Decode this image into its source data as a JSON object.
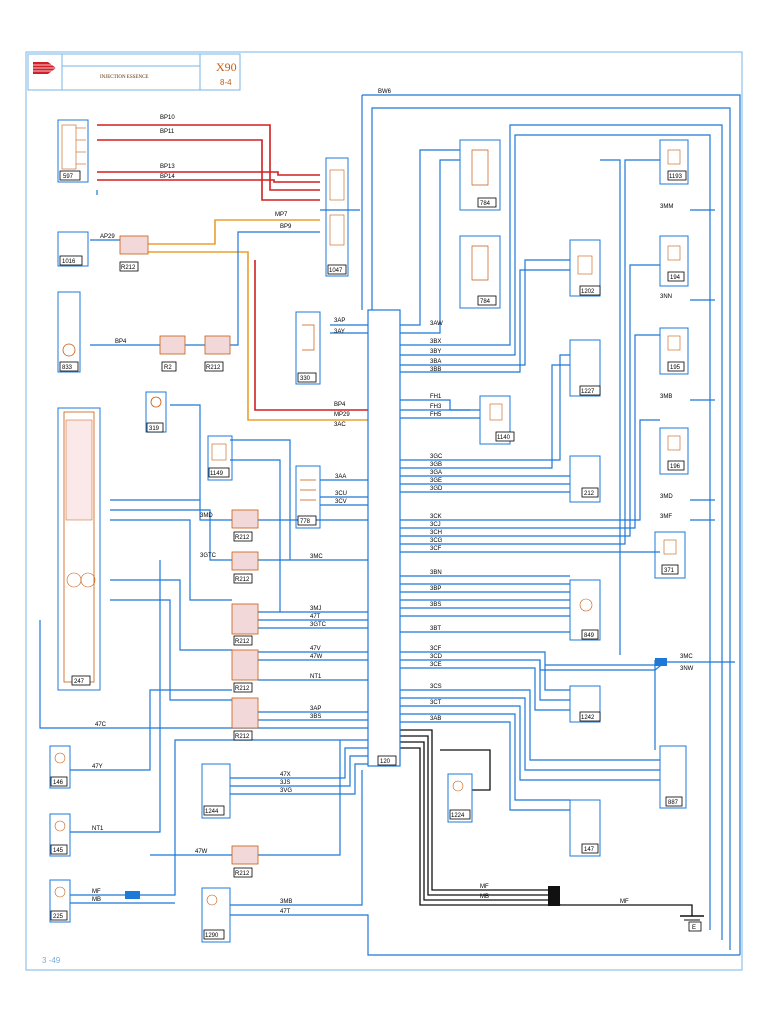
{
  "title_block": {
    "title": "INJECTION ESSENCE",
    "code": "X90",
    "sub": "8-4"
  },
  "page_number": "3 -49",
  "components": [
    {
      "id": "597",
      "label": "597"
    },
    {
      "id": "1016",
      "label": "1016"
    },
    {
      "id": "R212-a",
      "label": "R212"
    },
    {
      "id": "833",
      "label": "833"
    },
    {
      "id": "R2",
      "label": "R2"
    },
    {
      "id": "R212-b",
      "label": "R212"
    },
    {
      "id": "1047",
      "label": "1047"
    },
    {
      "id": "330",
      "label": "330"
    },
    {
      "id": "319",
      "label": "319"
    },
    {
      "id": "1149",
      "label": "1149"
    },
    {
      "id": "778",
      "label": "778"
    },
    {
      "id": "R212-c",
      "label": "R212"
    },
    {
      "id": "R212-d",
      "label": "R212"
    },
    {
      "id": "R212-e",
      "label": "R212"
    },
    {
      "id": "R212-f",
      "label": "R212"
    },
    {
      "id": "R212-g",
      "label": "R212"
    },
    {
      "id": "247",
      "label": "247"
    },
    {
      "id": "120",
      "label": "120"
    },
    {
      "id": "784-a",
      "label": "784"
    },
    {
      "id": "784-b",
      "label": "784"
    },
    {
      "id": "1202",
      "label": "1202"
    },
    {
      "id": "1227",
      "label": "1227"
    },
    {
      "id": "1140",
      "label": "1140"
    },
    {
      "id": "212",
      "label": "212"
    },
    {
      "id": "1193",
      "label": "1193"
    },
    {
      "id": "194",
      "label": "194"
    },
    {
      "id": "195",
      "label": "195"
    },
    {
      "id": "196",
      "label": "196"
    },
    {
      "id": "371",
      "label": "371"
    },
    {
      "id": "849",
      "label": "849"
    },
    {
      "id": "1242",
      "label": "1242"
    },
    {
      "id": "887",
      "label": "887"
    },
    {
      "id": "1224",
      "label": "1224"
    },
    {
      "id": "147",
      "label": "147"
    },
    {
      "id": "1244",
      "label": "1244"
    },
    {
      "id": "R212-h",
      "label": "R212"
    },
    {
      "id": "146",
      "label": "146"
    },
    {
      "id": "145",
      "label": "145"
    },
    {
      "id": "225",
      "label": "225"
    },
    {
      "id": "1290",
      "label": "1290"
    },
    {
      "id": "ground",
      "label": "E"
    }
  ]
}
